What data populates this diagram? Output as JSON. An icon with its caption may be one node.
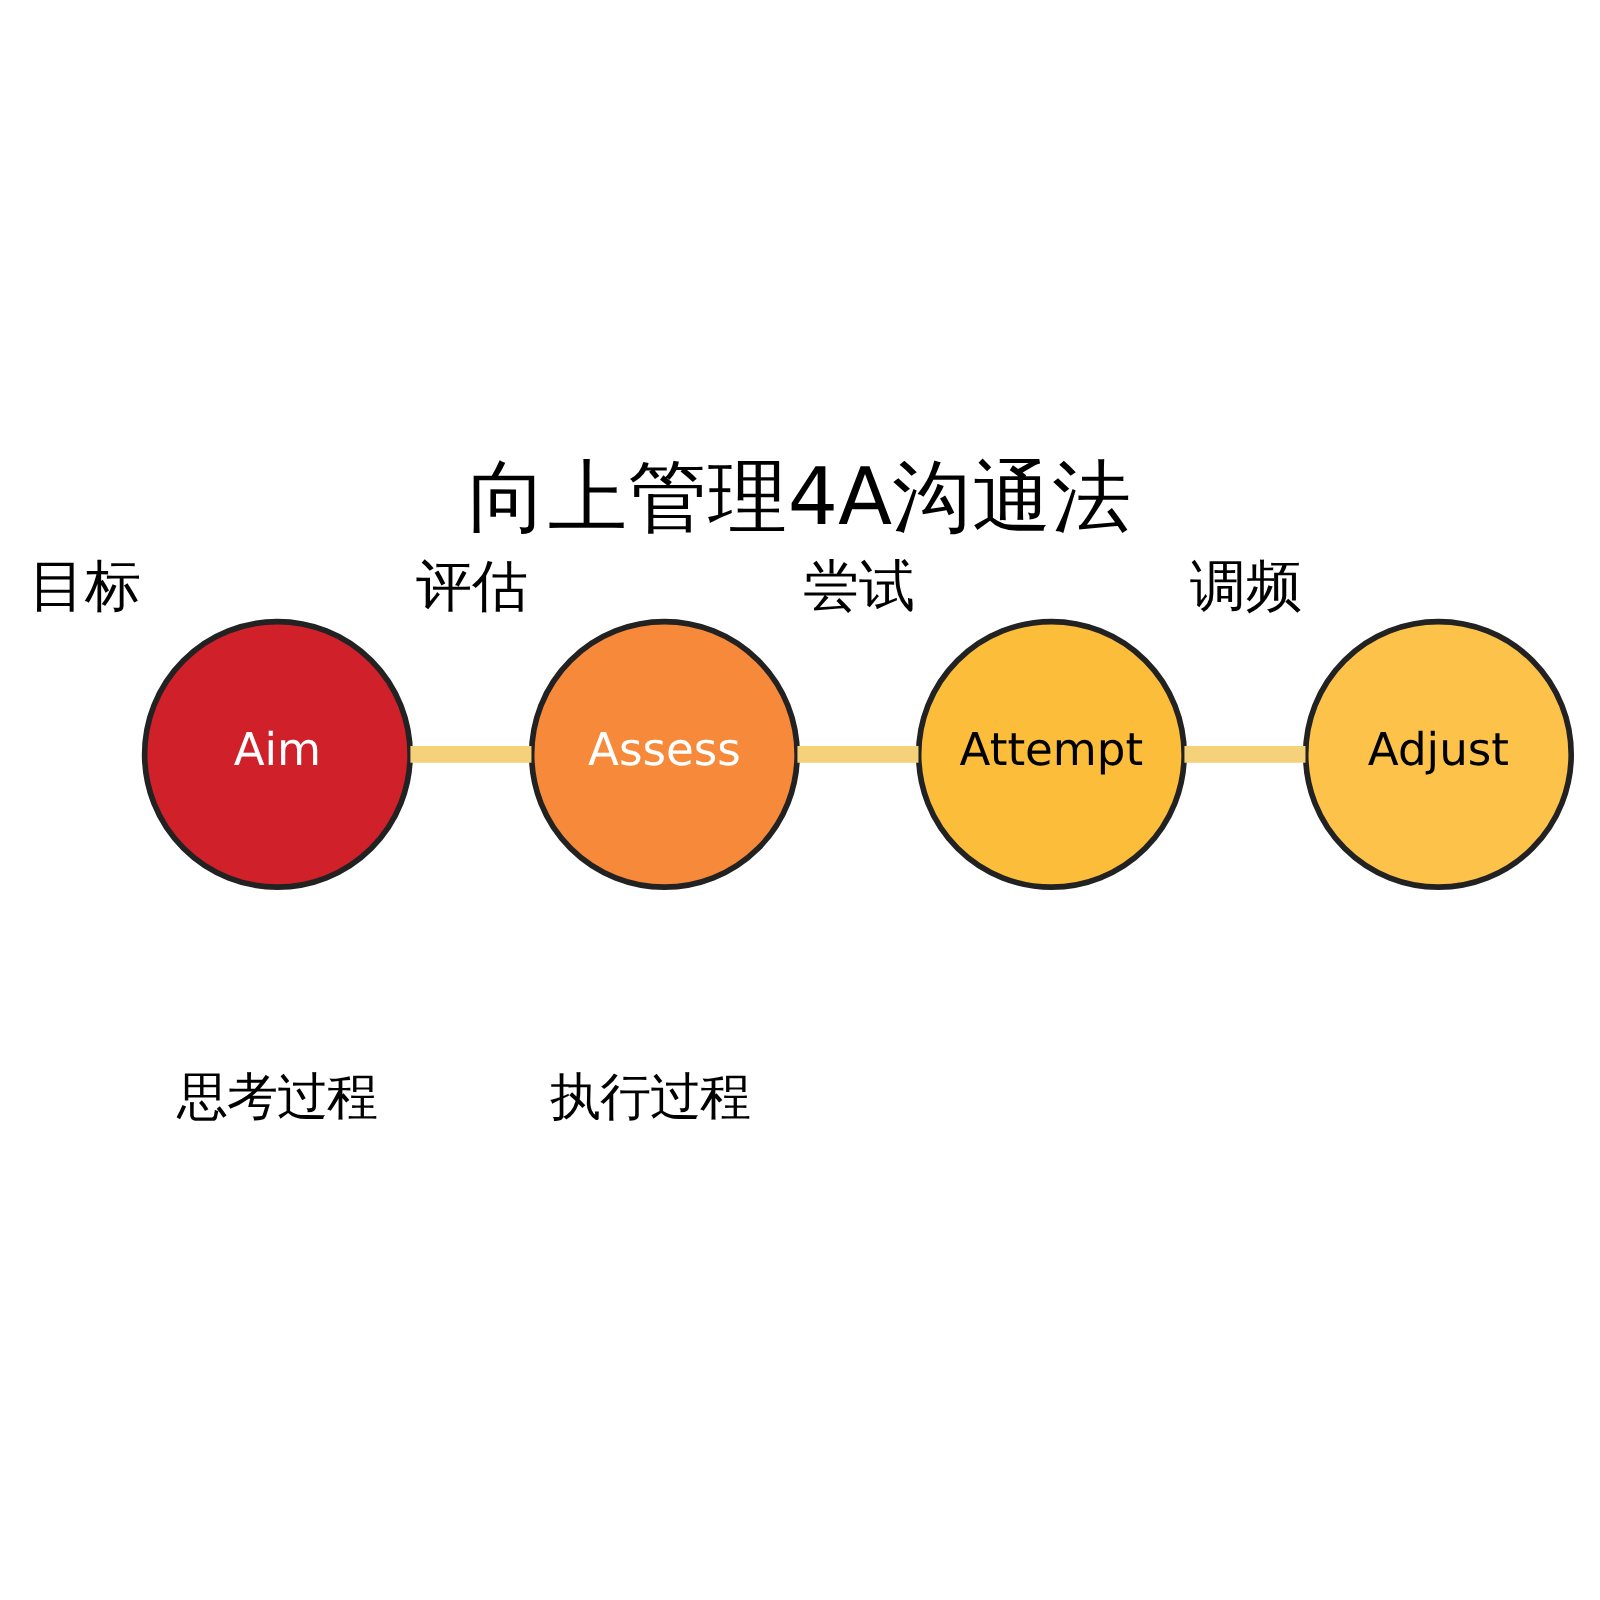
{
  "diagram": {
    "title": "向上管理4A沟通法",
    "nodes": [
      {
        "text": [
          "Aim"
        ],
        "beside": [
          "目标"
        ]
      },
      {
        "text": [
          "Assess"
        ],
        "beside": [
          "评估"
        ]
      },
      {
        "text": [
          "Attempt"
        ],
        "beside": [
          "尝试"
        ]
      },
      {
        "text": [
          "Adjust"
        ],
        "beside": [
          "调频"
        ]
      }
    ],
    "edges": [
      {
        "from": 0,
        "to": 1,
        "arrow": "none"
      },
      {
        "from": 1,
        "to": 2,
        "arrow": "none"
      },
      {
        "from": 2,
        "to": 3,
        "arrow": "none"
      }
    ],
    "labels": [
      "思考过程",
      "执行过程"
    ]
  }
}
